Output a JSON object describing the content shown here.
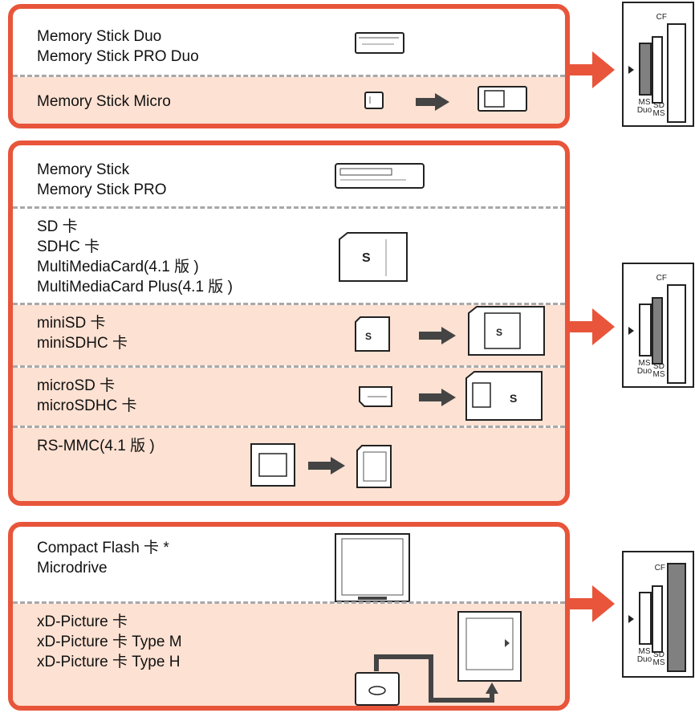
{
  "groups": [
    {
      "rows": [
        {
          "lines": [
            "Memory Stick Duo",
            "Memory Stick PRO Duo"
          ]
        },
        {
          "lines": [
            "Memory Stick Micro"
          ]
        }
      ]
    },
    {
      "rows": [
        {
          "lines": [
            "Memory Stick",
            "Memory Stick PRO"
          ]
        },
        {
          "lines": [
            "SD 卡",
            "SDHC 卡",
            "MultiMediaCard(4.1 版 )",
            "MultiMediaCard Plus(4.1 版 )"
          ]
        },
        {
          "lines": [
            "miniSD 卡",
            "miniSDHC 卡"
          ]
        },
        {
          "lines": [
            "microSD 卡",
            "microSDHC 卡"
          ]
        },
        {
          "lines": [
            "RS-MMC(4.1 版 )"
          ]
        }
      ]
    },
    {
      "rows": [
        {
          "lines": [
            "Compact Flash 卡 *",
            "Microdrive"
          ]
        },
        {
          "lines": [
            "xD-Picture 卡",
            "xD-Picture 卡 Type M",
            "xD-Picture 卡 Type H"
          ]
        }
      ]
    }
  ],
  "slot_panel": {
    "cf_label": "CF",
    "ms_label": "MS",
    "duo_label": "Duo",
    "sd_label": "SD",
    "ms2_label": "MS",
    "highlighted": [
      "ms-duo",
      "sd-ms",
      "cf"
    ]
  },
  "colors": {
    "border": "#e8553a",
    "peach": "#fde1d2",
    "highlight": "#808080"
  },
  "icons": {
    "card": "memory-card-icon",
    "arrow": "right-arrow-icon",
    "slot": "card-slot-panel-icon"
  }
}
